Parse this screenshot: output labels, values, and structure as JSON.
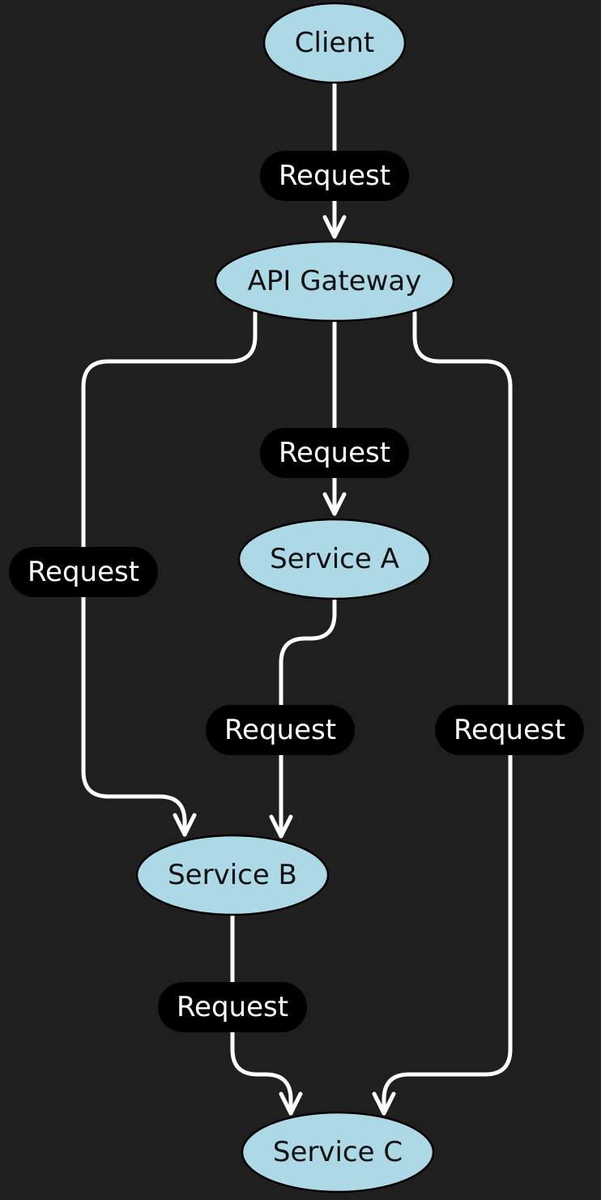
{
  "colors": {
    "background": "#1f1f1f",
    "node_fill": "#add8e6",
    "node_stroke": "#000000",
    "edge": "#ffffff",
    "edge_label_bg": "#000000",
    "edge_label_text": "#ffffff"
  },
  "nodes": {
    "client": "Client",
    "api_gateway": "API Gateway",
    "service_a": "Service A",
    "service_b": "Service B",
    "service_c": "Service C"
  },
  "edges": [
    {
      "id": "client-to-gateway",
      "from": "Client",
      "to": "API Gateway",
      "label": "Request"
    },
    {
      "id": "gateway-to-service-a",
      "from": "API Gateway",
      "to": "Service A",
      "label": "Request"
    },
    {
      "id": "gateway-to-service-b",
      "from": "API Gateway",
      "to": "Service B",
      "label": "Request"
    },
    {
      "id": "gateway-to-service-c",
      "from": "API Gateway",
      "to": "Service C",
      "label": "Request"
    },
    {
      "id": "service-a-to-service-b",
      "from": "Service A",
      "to": "Service B",
      "label": "Request"
    },
    {
      "id": "service-b-to-service-c",
      "from": "Service B",
      "to": "Service C",
      "label": "Request"
    }
  ]
}
